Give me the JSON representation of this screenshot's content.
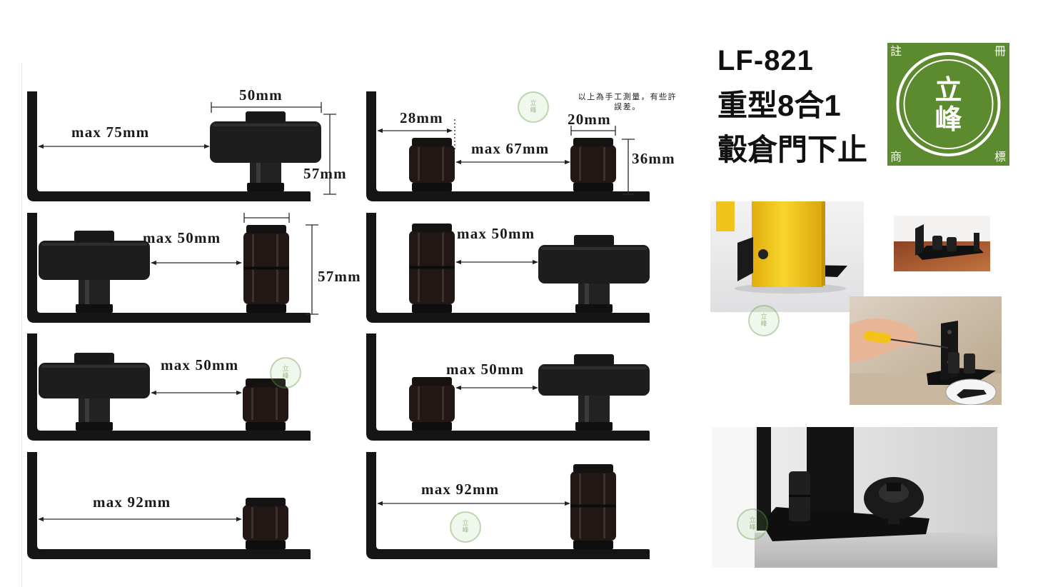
{
  "measurement_note": "以上為手工測量，有些許誤差。",
  "diagrams": [
    {
      "wheel_width": "50mm",
      "gap": "max 75mm",
      "height": "57mm"
    },
    {
      "left_offset": "28mm",
      "roller_width": "20mm",
      "gap": "max 67mm",
      "height": "36mm"
    },
    {
      "gap": "max 50mm",
      "height": "57mm"
    },
    {
      "gap": "max 50mm"
    },
    {
      "gap": "max 50mm"
    },
    {
      "gap": "max 50mm"
    },
    {
      "gap": "max 92mm"
    },
    {
      "gap": "max 92mm"
    }
  ],
  "product": {
    "model": "LF-821",
    "subtitle": "重型8合1",
    "name": "轂倉門下止"
  },
  "trademark_logo": {
    "corner_top_left": "註",
    "corner_top_right": "冊",
    "corner_bottom_left": "商",
    "corner_bottom_right": "標",
    "name_line1": "立",
    "name_line2": "峰"
  },
  "watermark": {
    "line1": "立",
    "line2": "峰"
  },
  "colors": {
    "logo_green": "#5b8b2e",
    "hardware_black": "#151515",
    "door_yellow": "#f2c51f",
    "text": "#111111"
  }
}
